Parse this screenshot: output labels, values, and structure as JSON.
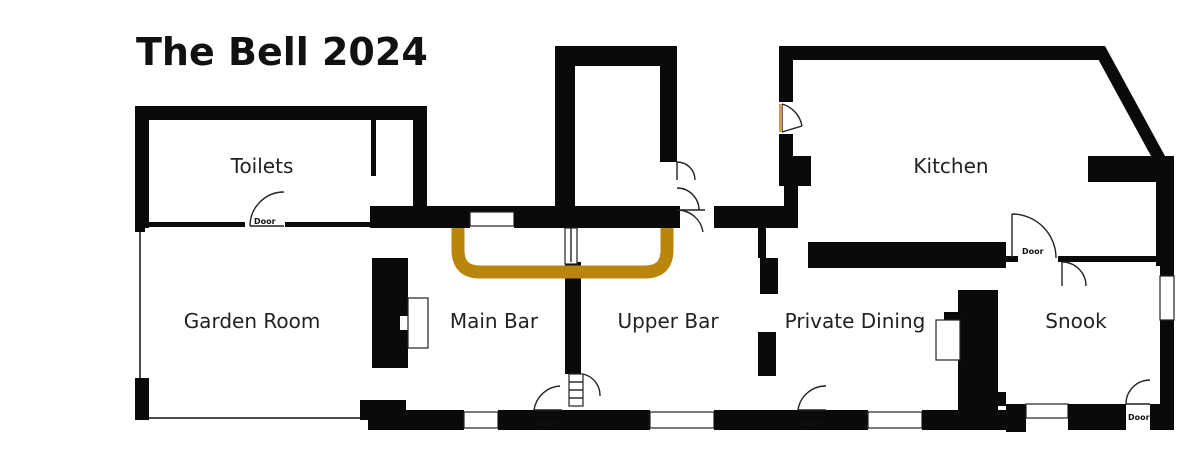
{
  "title": "The Bell 2024",
  "rooms": {
    "toilets": "Toilets",
    "kitchen": "Kitchen",
    "garden_room": "Garden Room",
    "main_bar": "Main Bar",
    "upper_bar": "Upper Bar",
    "private_dining": "Private Dining",
    "snook": "Snook"
  },
  "door_label": "Door",
  "colors": {
    "bar_counter": "#b8860b",
    "walls": "#0a0a0a"
  }
}
